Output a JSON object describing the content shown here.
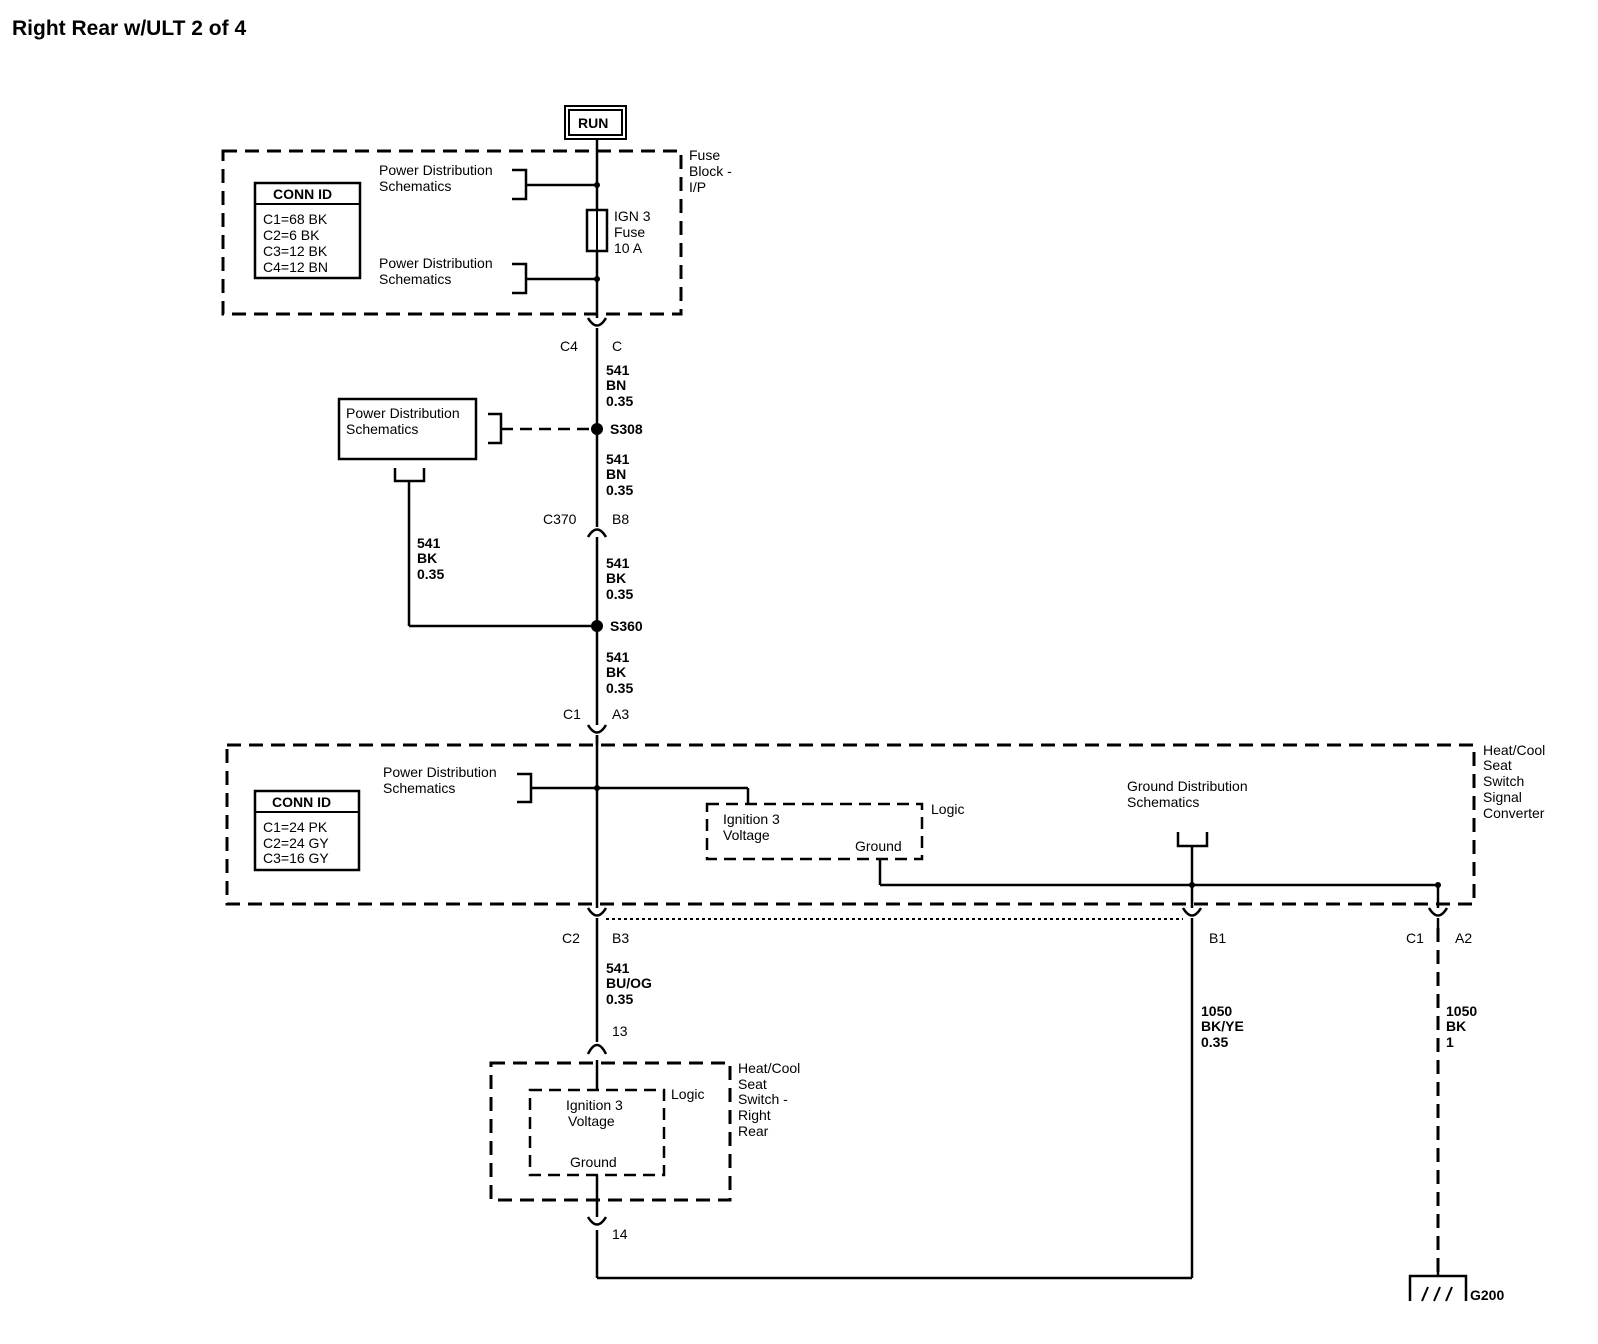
{
  "page": {
    "title": "Right Rear w/ULT 2 of 4"
  },
  "power": {
    "run": "RUN"
  },
  "fuse_block": {
    "name": [
      "Fuse",
      "Block -",
      "I/P"
    ],
    "conn_id_title": "CONN ID",
    "conn_ids": [
      "C1=68 BK",
      "C2=6 BK",
      "C3=12 BK",
      "C4=12 BN"
    ],
    "ref_upper": [
      "Power Distribution",
      "Schematics"
    ],
    "ref_lower": [
      "Power Distribution",
      "Schematics"
    ],
    "fuse_label": [
      "IGN 3",
      "Fuse",
      "10 A"
    ]
  },
  "connectors": {
    "c4": "C4",
    "c4_pin": "C",
    "c370": "C370",
    "c370_pin": "B8",
    "c1_top": "C1",
    "c1_top_pin": "A3",
    "c2": "C2",
    "c2_pin": "B3",
    "b1_pin": "B1",
    "c1_right": "C1",
    "c1_right_pin": "A2",
    "sw_pin_top": "13",
    "sw_pin_bottom": "14"
  },
  "splices": {
    "s308": "S308",
    "s360": "S360"
  },
  "wires": {
    "w1": [
      "541",
      "BN",
      "0.35"
    ],
    "w2": [
      "541",
      "BN",
      "0.35"
    ],
    "w3": [
      "541",
      "BK",
      "0.35"
    ],
    "w4": [
      "541",
      "BK",
      "0.35"
    ],
    "w_left": [
      "541",
      "BK",
      "0.35"
    ],
    "w5": [
      "541",
      "BU/OG",
      "0.35"
    ],
    "w6": [
      "1050",
      "BK/YE",
      "0.35"
    ],
    "w7": [
      "1050",
      "BK",
      "1"
    ]
  },
  "pd_box": [
    "Power Distribution",
    "Schematics"
  ],
  "converter": {
    "name": [
      "Heat/Cool",
      "Seat",
      "Switch",
      "Signal",
      "Converter"
    ],
    "conn_id_title": "CONN ID",
    "conn_ids": [
      "C1=24 PK",
      "C2=24 GY",
      "C3=16 GY"
    ],
    "ref_power": [
      "Power Distribution",
      "Schematics"
    ],
    "ref_ground": [
      "Ground Distribution",
      "Schematics"
    ],
    "logic_label": "Logic",
    "ign3": [
      "Ignition 3",
      "Voltage"
    ],
    "ground": "Ground"
  },
  "switch": {
    "name": [
      "Heat/Cool",
      "Seat",
      "Switch -",
      "Right",
      "Rear"
    ],
    "logic_label": "Logic",
    "ign3": [
      "Ignition 3",
      "Voltage"
    ],
    "ground": "Ground"
  },
  "ground_point": {
    "label": "G200"
  }
}
